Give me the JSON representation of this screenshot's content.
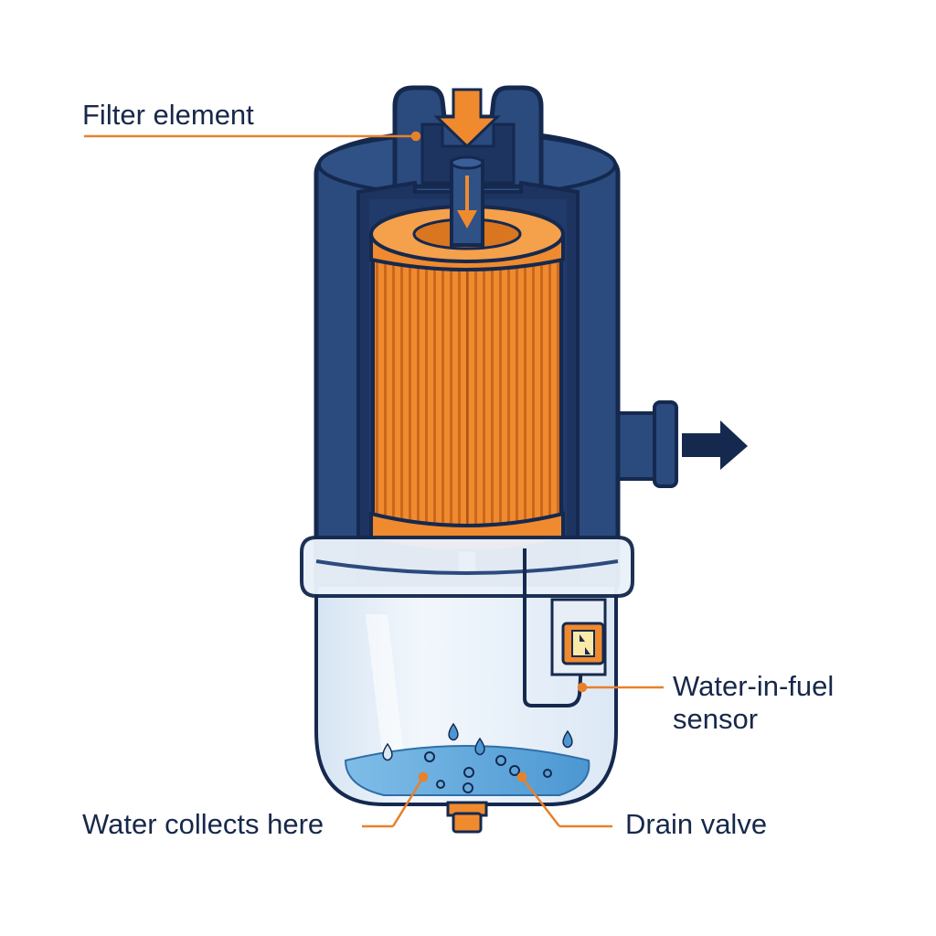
{
  "labels": {
    "filter_element": "Filter element",
    "sensor_line1": "Water-in-fuel",
    "sensor_line2": "sensor",
    "water_collects": "Water collects here",
    "drain_valve": "Drain valve"
  },
  "colors": {
    "housing": "#2b4a7d",
    "housing_dark": "#1d3461",
    "outline": "#15294f",
    "filter_orange": "#f08a2e",
    "filter_dark": "#c2621b",
    "bowl": "#e4eef8",
    "water": "#5aa6dc",
    "leader_line": "#e8812a",
    "text": "#17284a"
  },
  "icons": {
    "inlet_arrow": "down-arrow-icon",
    "outlet_arrow": "right-arrow-icon",
    "sensor": "sensor-box-icon",
    "water_drop": "water-drop-icon"
  }
}
